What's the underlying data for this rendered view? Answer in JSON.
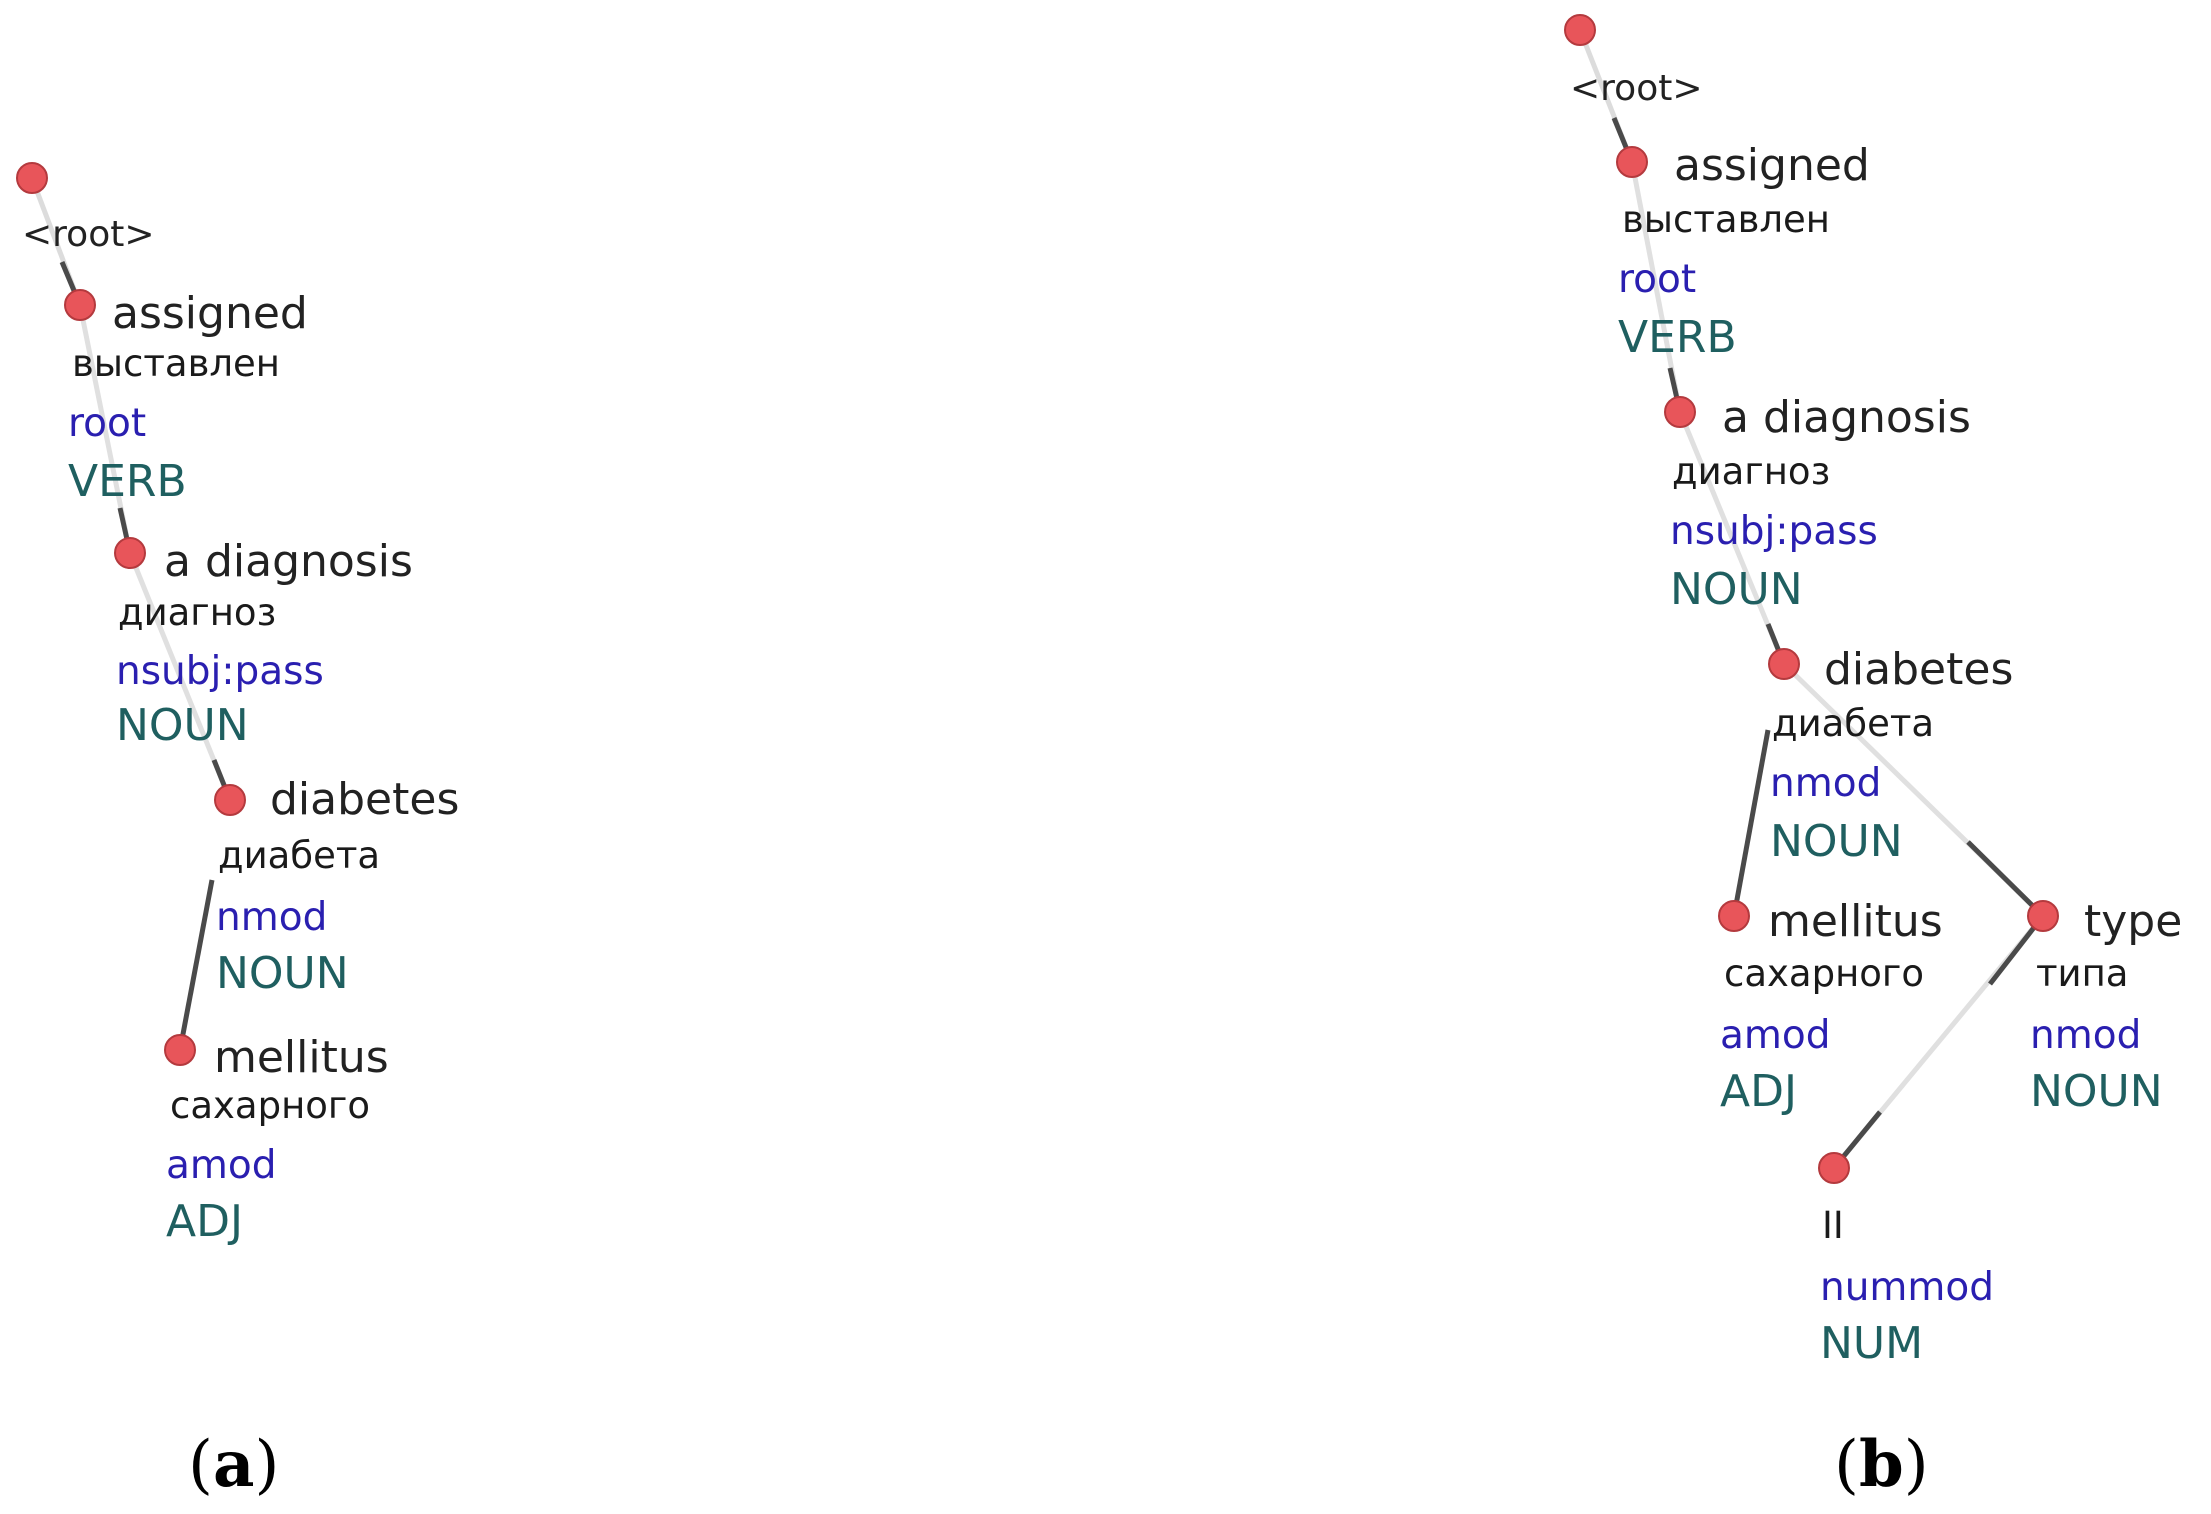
{
  "node_color": "#e8555a",
  "text_colors": {
    "relation": "#2a1fb0",
    "pos": "#1f5f60",
    "word": "#222222"
  },
  "panels": [
    {
      "caption": {
        "open": "(",
        "letter": "a",
        "close": ")"
      },
      "root_label": "<root>",
      "nodes": [
        {
          "word": "assigned",
          "translation": "выставлен",
          "relation": "root",
          "pos": "VERB"
        },
        {
          "word": "a diagnosis",
          "translation": "диагноз",
          "relation": "nsubj:pass",
          "pos": "NOUN"
        },
        {
          "word": "diabetes",
          "translation": "диабета",
          "relation": "nmod",
          "pos": "NOUN"
        },
        {
          "word": "mellitus",
          "translation": "сахарного",
          "relation": "amod",
          "pos": "ADJ"
        }
      ]
    },
    {
      "caption": {
        "open": "(",
        "letter": "b",
        "close": ")"
      },
      "root_label": "<root>",
      "nodes": [
        {
          "word": "assigned",
          "translation": "выставлен",
          "relation": "root",
          "pos": "VERB"
        },
        {
          "word": "a diagnosis",
          "translation": "диагноз",
          "relation": "nsubj:pass",
          "pos": "NOUN"
        },
        {
          "word": "diabetes",
          "translation": "диабета",
          "relation": "nmod",
          "pos": "NOUN"
        },
        {
          "word": "mellitus",
          "translation": "сахарного",
          "relation": "amod",
          "pos": "ADJ"
        },
        {
          "word": "type",
          "translation": "типа",
          "relation": "nmod",
          "pos": "NOUN"
        },
        {
          "word": "",
          "translation": "II",
          "relation": "nummod",
          "pos": "NUM"
        }
      ]
    }
  ]
}
